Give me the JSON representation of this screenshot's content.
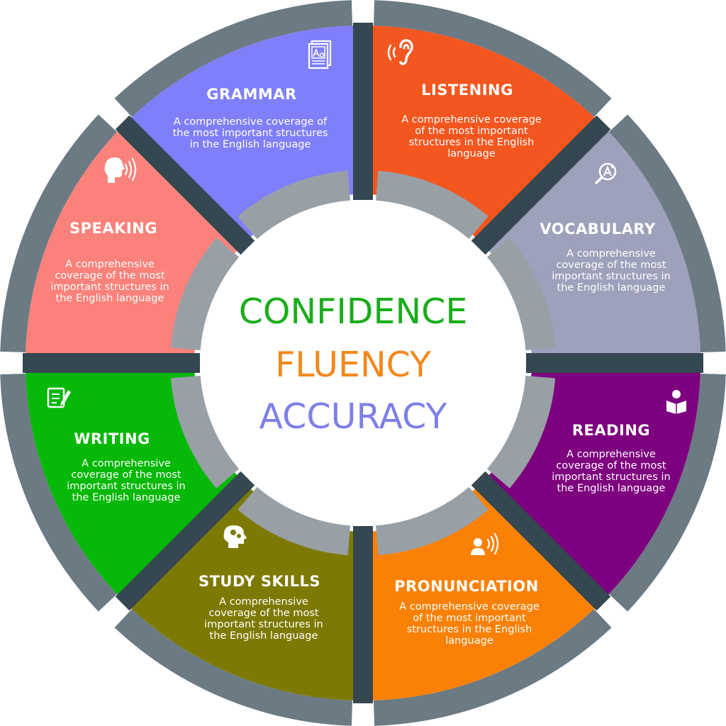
{
  "center": {
    "words": [
      {
        "text": "CONFIDENCE",
        "color": "#1aad1a"
      },
      {
        "text": "FLUENCY",
        "color": "#f0891e"
      },
      {
        "text": "ACCURACY",
        "color": "#7e7fe8"
      }
    ]
  },
  "colors": {
    "outer_ring": "#6b7a83",
    "separator": "#354751",
    "inner_ring": "#98a0a6",
    "center_bg": "#ffffff"
  },
  "segments": [
    {
      "id": "listening",
      "title": "LISTENING",
      "color": "#f4561f",
      "icon": "ear-icon",
      "desc": [
        "A comprehensive coverage",
        "of the most important",
        "structures in the English",
        "language"
      ]
    },
    {
      "id": "vocabulary",
      "title": "VOCABULARY",
      "color": "#9ea1bb",
      "icon": "magnifier-icon",
      "desc": [
        "A comprehensive",
        "coverage of the most",
        "important structures in",
        "the English language"
      ]
    },
    {
      "id": "reading",
      "title": "READING",
      "color": "#7d007e",
      "icon": "reader-icon",
      "desc": [
        "A comprehensive",
        "coverage of the most",
        "important structures in",
        "the English language"
      ]
    },
    {
      "id": "pronunciation",
      "title": "PRONUNCIATION",
      "color": "#fa8106",
      "icon": "speaker-person-icon",
      "desc": [
        "A comprehensive coverage",
        "of the most important",
        "structures in the English",
        "language"
      ]
    },
    {
      "id": "study-skills",
      "title": "STUDY SKILLS",
      "color": "#7d7a03",
      "icon": "head-gears-icon",
      "desc": [
        "A comprehensive",
        "coverage of the most",
        "important structures in",
        "the English language"
      ]
    },
    {
      "id": "writing",
      "title": "WRITING",
      "color": "#06b807",
      "icon": "notepad-pen-icon",
      "desc": [
        "A comprehensive",
        "coverage of the most",
        "important structures in",
        "the English language"
      ]
    },
    {
      "id": "speaking",
      "title": "SPEAKING",
      "color": "#fb827a",
      "icon": "speaking-head-icon",
      "desc": [
        "A comprehensive",
        "coverage of the most",
        "important structures in",
        "the English language"
      ]
    },
    {
      "id": "grammar",
      "title": "GRAMMAR",
      "color": "#7f7ff9",
      "icon": "book-aa-icon",
      "desc": [
        "A comprehensive coverage of",
        "the most important structures",
        "in the English language"
      ]
    }
  ]
}
